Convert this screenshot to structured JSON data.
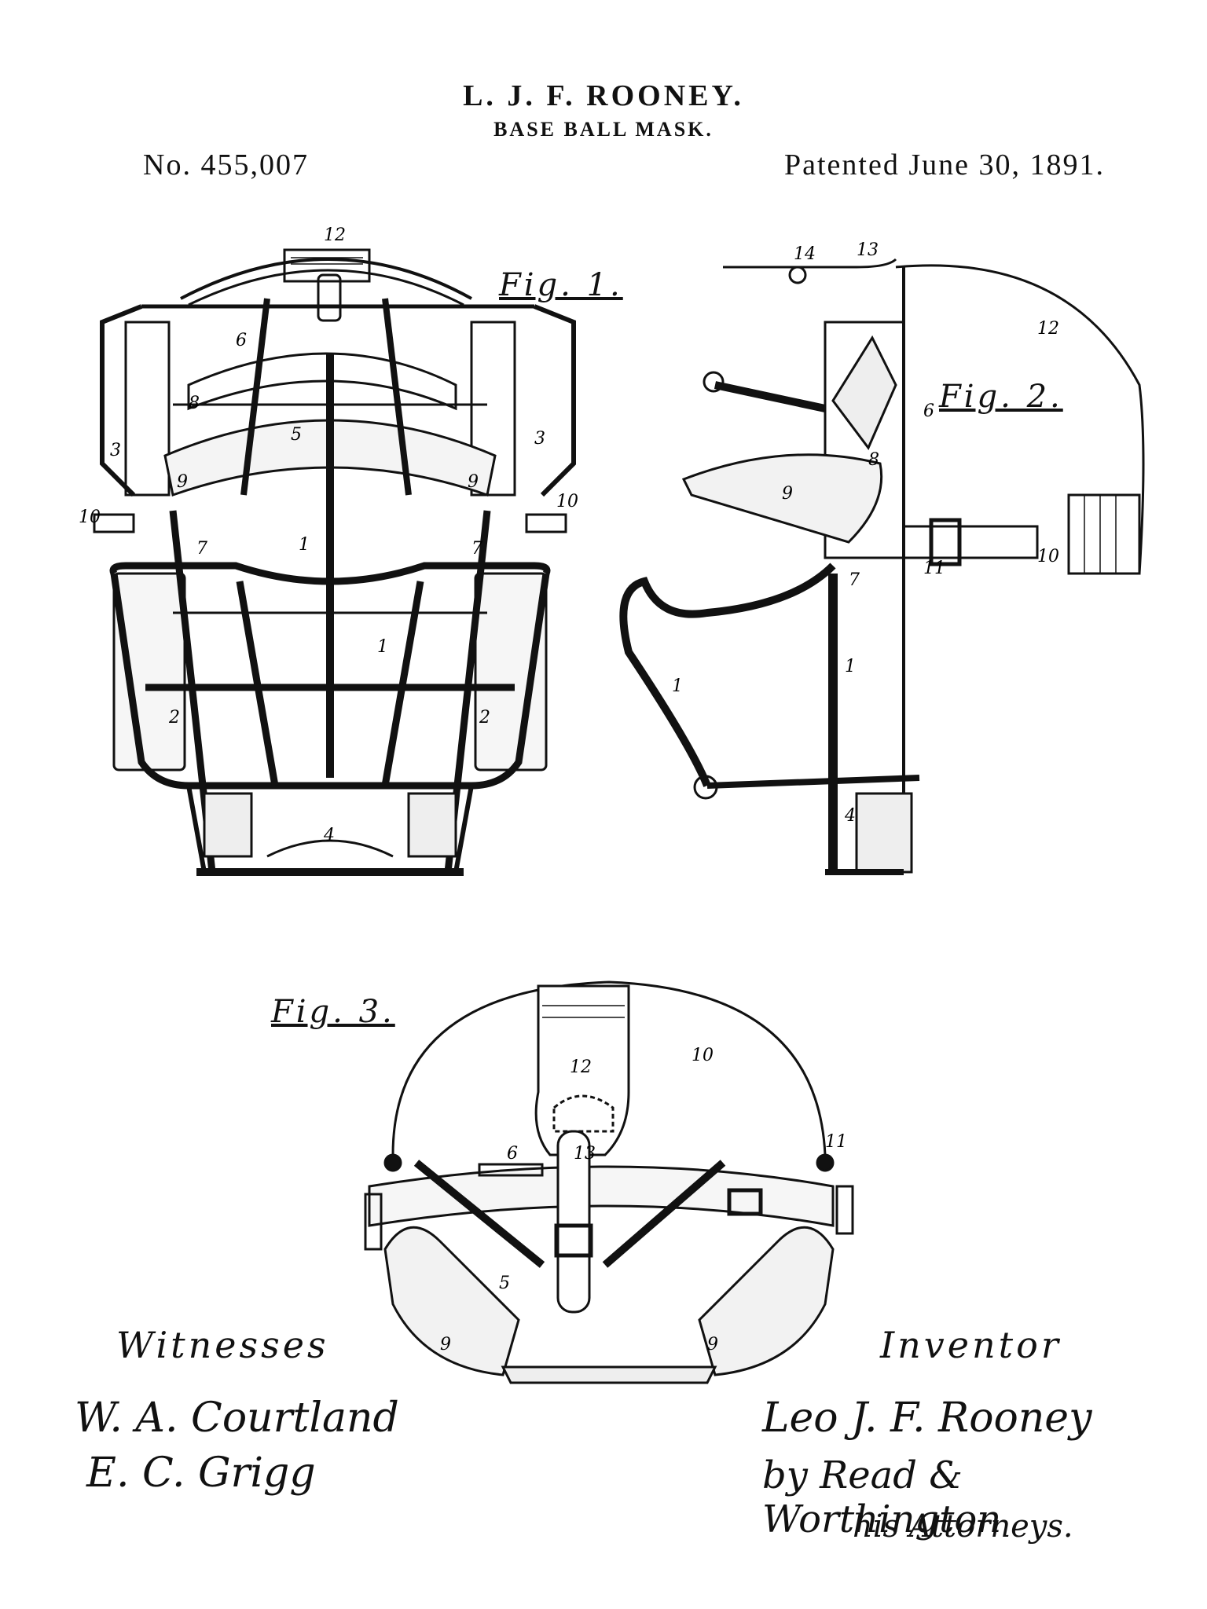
{
  "header": {
    "inventor_name": "L. J. F. ROONEY.",
    "title": "BASE BALL MASK.",
    "patent_number": "No. 455,007",
    "patent_date": "Patented June 30, 1891."
  },
  "figures": {
    "fig1": {
      "label": "Fig. 1.",
      "refs": [
        "12",
        "6",
        "8",
        "3",
        "3",
        "5",
        "9",
        "9",
        "10",
        "10",
        "1",
        "7",
        "7",
        "1",
        "2",
        "2",
        "4"
      ]
    },
    "fig2": {
      "label": "Fig. 2.",
      "refs": [
        "14",
        "13",
        "12",
        "6",
        "8",
        "9",
        "10",
        "11",
        "7",
        "1",
        "1",
        "4"
      ]
    },
    "fig3": {
      "label": "Fig. 3.",
      "refs": [
        "12",
        "10",
        "6",
        "13",
        "11",
        "5",
        "9",
        "9"
      ]
    }
  },
  "witnesses": {
    "heading": "Witnesses",
    "names": [
      "W. A. Courtland",
      "E. C. Grigg"
    ]
  },
  "inventor": {
    "heading": "Inventor",
    "signature": "Leo J. F. Rooney",
    "attorney_line": "by Read & Worthington",
    "attorney_note": "his Attorneys."
  }
}
